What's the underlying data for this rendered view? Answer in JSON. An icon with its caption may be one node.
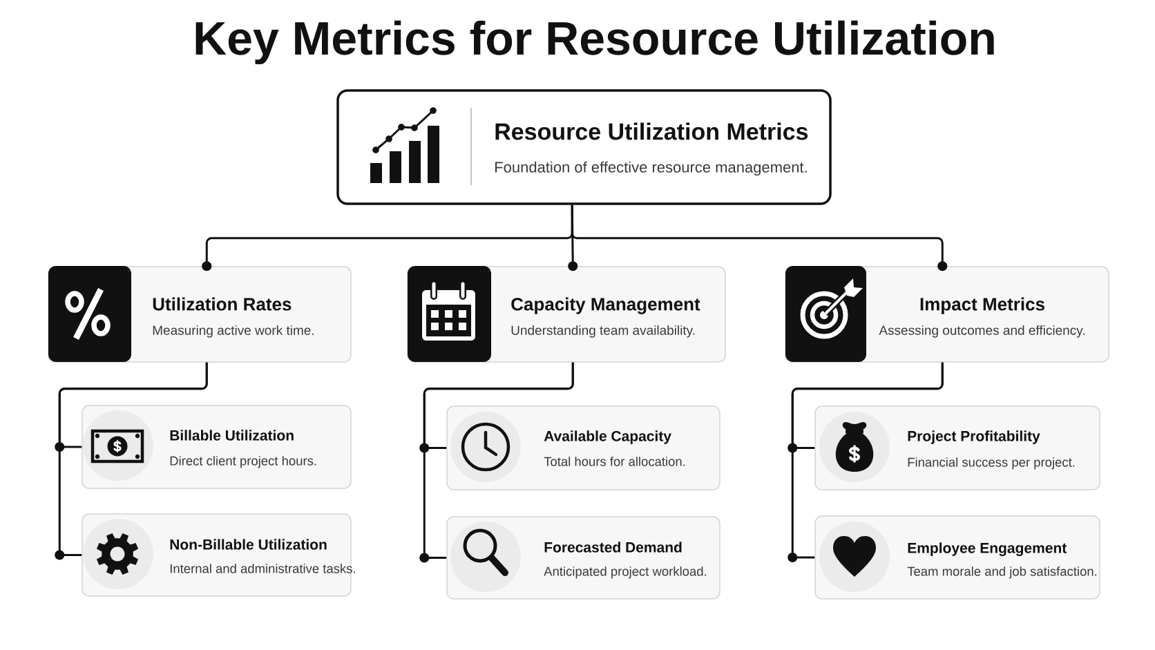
{
  "diagram": {
    "title": "Key Metrics for Resource Utilization",
    "nodes": [
      {
        "text": [
          "Resource Utilization Metrics",
          "Foundation of effective resource management."
        ]
      },
      {
        "text": [
          "Utilization Rates",
          "Measuring active work time."
        ]
      },
      {
        "text": [
          "Capacity Management",
          "Understanding team availability."
        ]
      },
      {
        "text": [
          "Impact Metrics",
          "Assessing outcomes and efficiency."
        ]
      },
      {
        "text": [
          "Billable Utilization",
          "Direct client project hours."
        ]
      },
      {
        "text": [
          "Non-Billable Utilization",
          "Internal and administrative tasks."
        ]
      },
      {
        "text": [
          "Available Capacity",
          "Total hours for allocation."
        ]
      },
      {
        "text": [
          "Forecasted Demand",
          "Anticipated project workload."
        ]
      },
      {
        "text": [
          "Project Profitability",
          "Financial success per project."
        ]
      },
      {
        "text": [
          "Employee Engagement",
          "Team morale and job satisfaction."
        ]
      }
    ],
    "edges": [
      {
        "from": 0,
        "to": 1,
        "arrow": "other"
      },
      {
        "from": 0,
        "to": 2,
        "arrow": "other"
      },
      {
        "from": 0,
        "to": 3,
        "arrow": "other"
      },
      {
        "from": 1,
        "to": 4,
        "arrow": "none"
      },
      {
        "from": 1,
        "to": 5,
        "arrow": "none"
      },
      {
        "from": 2,
        "to": 6,
        "arrow": "none"
      },
      {
        "from": 2,
        "to": 7,
        "arrow": "none"
      },
      {
        "from": 3,
        "to": 8,
        "arrow": "none"
      },
      {
        "from": 3,
        "to": 9,
        "arrow": "none"
      }
    ]
  }
}
